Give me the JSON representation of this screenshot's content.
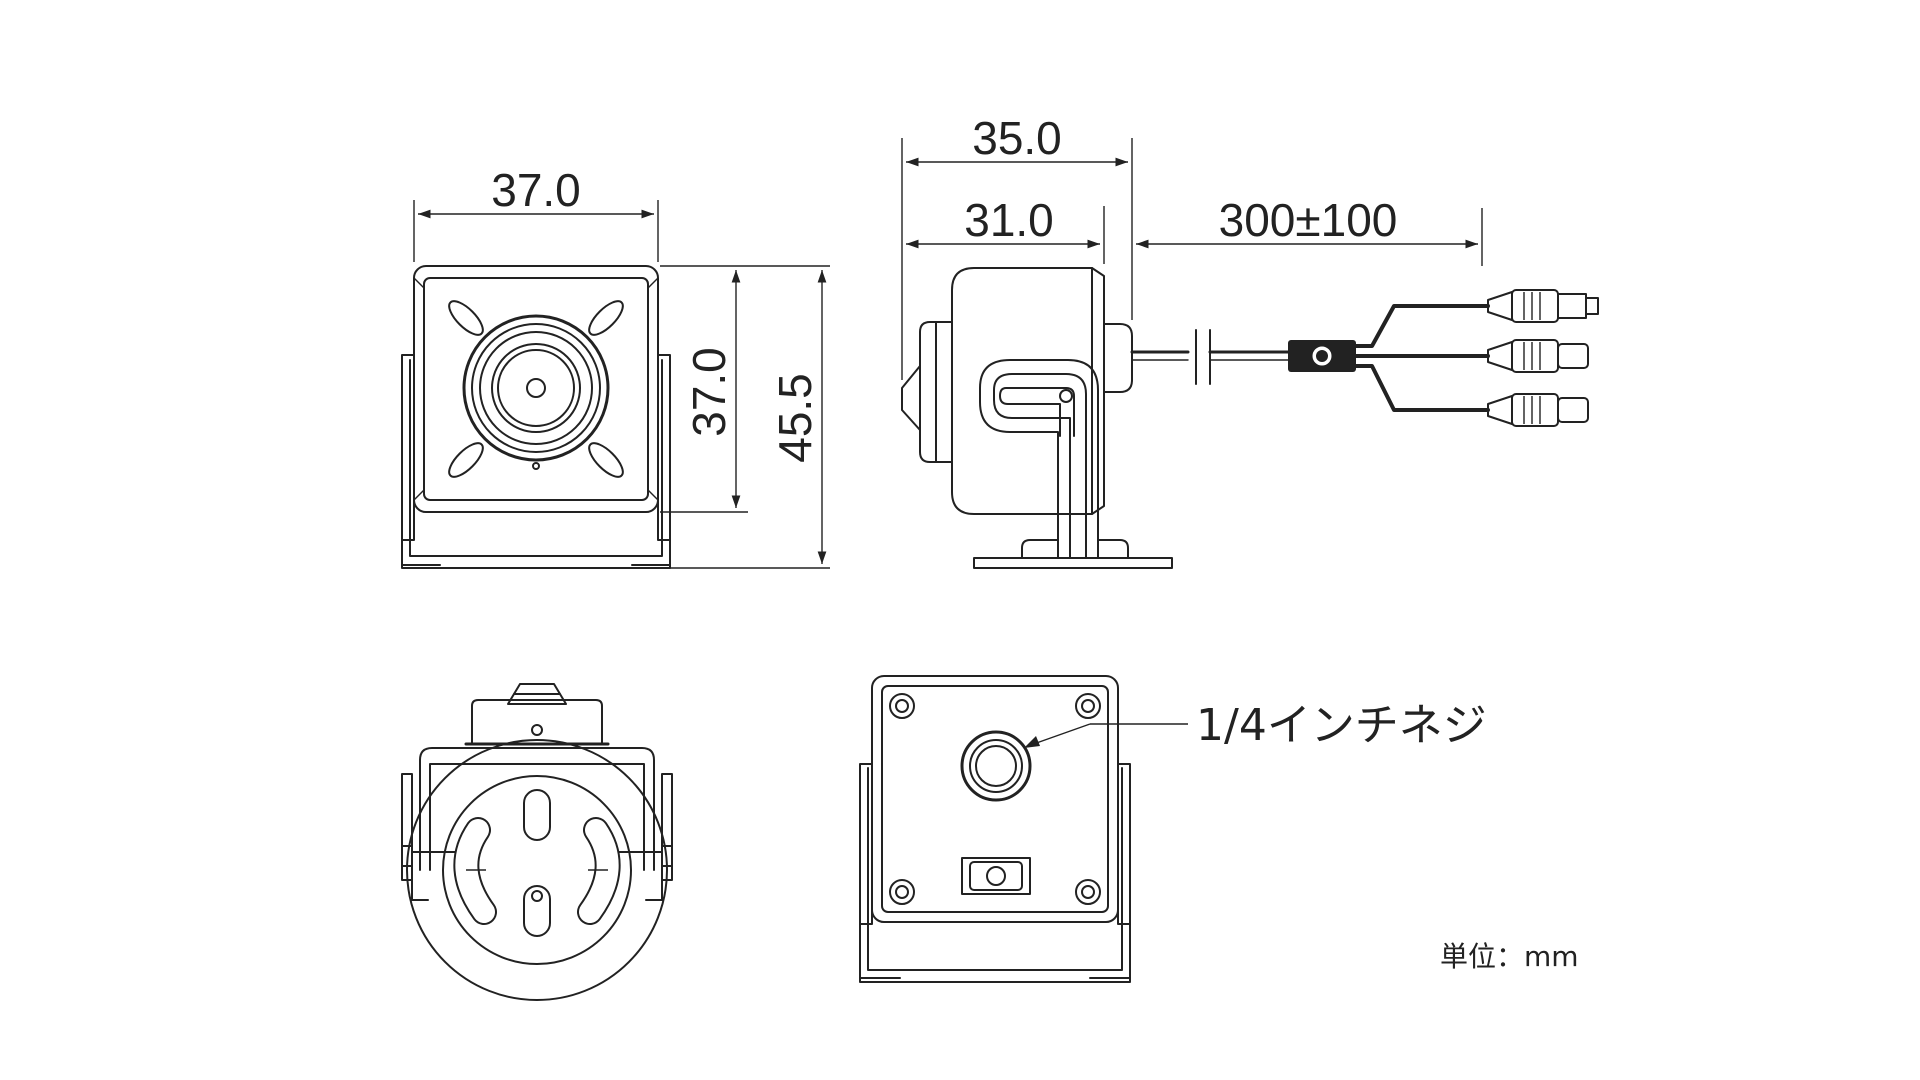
{
  "dimensions": {
    "front_width": "37.0",
    "front_height": "37.0",
    "front_total_height": "45.5",
    "side_total_depth": "35.0",
    "side_body_depth": "31.0",
    "cable_length": "300±100"
  },
  "callout": "1/4インチネジ",
  "unit_label": "単位：mm",
  "colors": {
    "line": "#222222",
    "background": "#ffffff"
  }
}
